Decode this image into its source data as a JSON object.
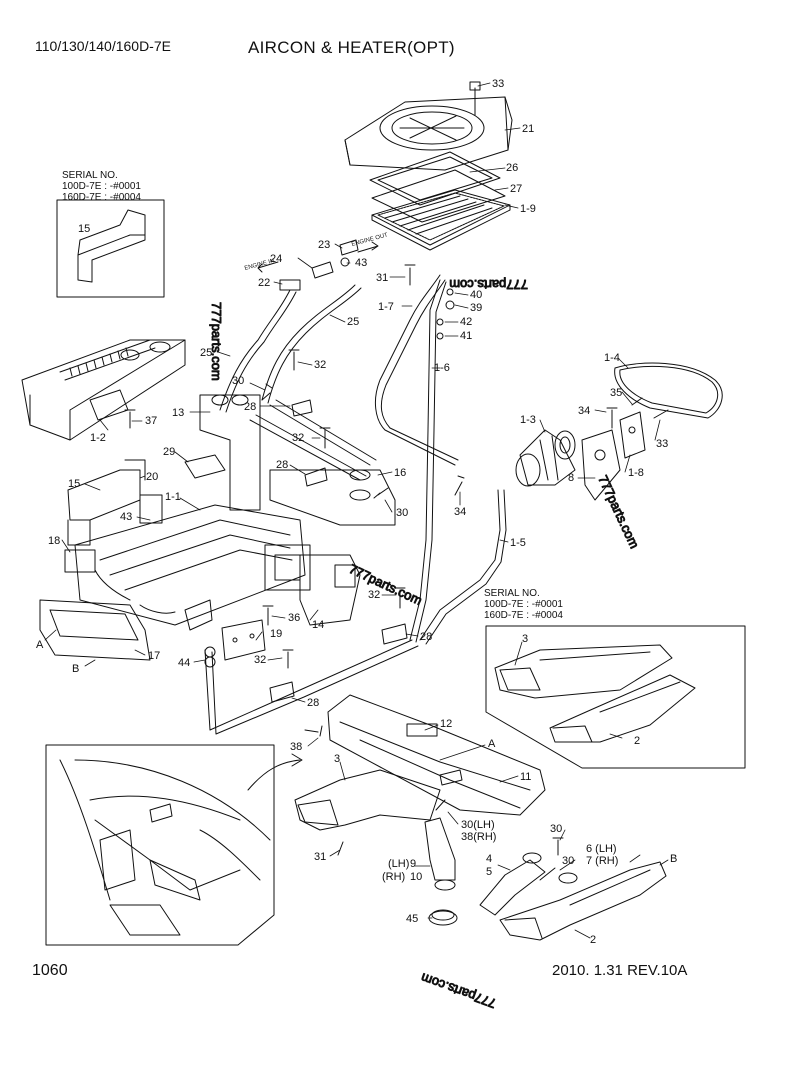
{
  "header": {
    "model": "110/130/140/160D-7E",
    "title": "AIRCON & HEATER(OPT)"
  },
  "footer": {
    "page_number": "1060",
    "revision": "2010. 1.31  REV.10A"
  },
  "serial_notes": [
    {
      "title": "SERIAL NO.",
      "line1": "100D-7E : -#0001",
      "line2": "160D-7E : -#0004"
    },
    {
      "title": "SERIAL NO.",
      "line1": "100D-7E : -#0001",
      "line2": "160D-7E : -#0004"
    }
  ],
  "watermark": "777parts.com",
  "small_labels": {
    "engine_in": "ENGINE IN",
    "engine_out": "ENGINE OUT"
  },
  "callouts": [
    "33",
    "21",
    "26",
    "27",
    "1-9",
    "23",
    "24",
    "43",
    "22",
    "31",
    "40",
    "39",
    "1-7",
    "42",
    "41",
    "25",
    "25",
    "1-6",
    "32",
    "30",
    "28",
    "37",
    "1-2",
    "15",
    "13",
    "32",
    "29",
    "28",
    "16",
    "20",
    "15",
    "1-1",
    "43",
    "30",
    "18",
    "1-4",
    "35",
    "34",
    "33",
    "1-3",
    "8",
    "1-8",
    "34",
    "1-5",
    "32",
    "28",
    "36",
    "19",
    "14",
    "A",
    "B",
    "17",
    "44",
    "32",
    "28",
    "12",
    "38",
    "A",
    "3",
    "11",
    "30(LH)",
    "38(RH)",
    "31",
    "9",
    "10",
    "(LH)",
    "(RH)",
    "4",
    "5",
    "30",
    "30",
    "6 (LH)",
    "7 (RH)",
    "B",
    "45",
    "2",
    "3",
    "2"
  ]
}
